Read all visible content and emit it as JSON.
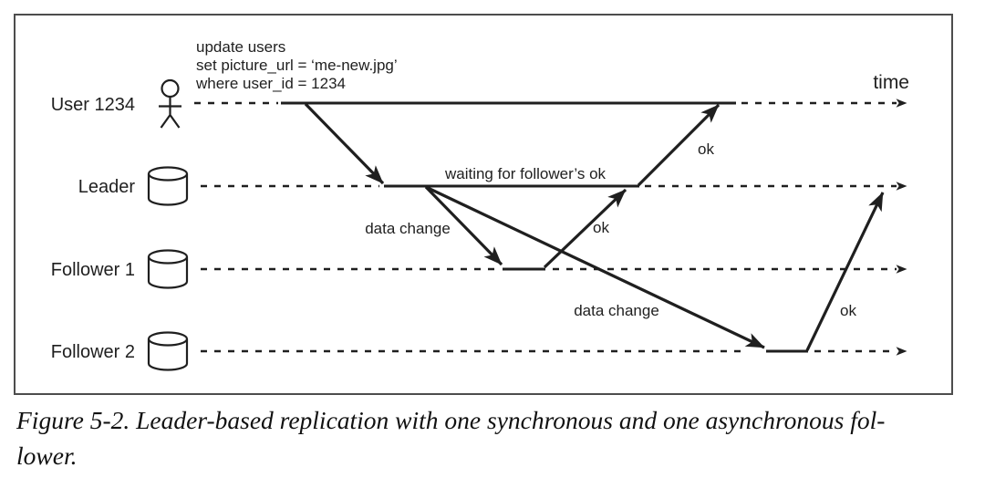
{
  "figure": {
    "time_axis_label": "time",
    "caption": {
      "line1": "Figure 5-2. Leader-based replication with one synchronous and one asynchronous fol-",
      "line2": "lower."
    }
  },
  "actors": [
    {
      "label": "User 1234",
      "icon": "person-icon"
    },
    {
      "label": "Leader",
      "icon": "database-cylinder-icon"
    },
    {
      "label": "Follower 1",
      "icon": "database-cylinder-icon"
    },
    {
      "label": "Follower 2",
      "icon": "database-cylinder-icon"
    }
  ],
  "query": {
    "lines": [
      "update users",
      "set picture_url = ‘me-new.jpg’",
      "where user_id = 1234"
    ]
  },
  "annotations": {
    "waiting": "waiting for follower’s ok",
    "data_change_to_follower1": "data change",
    "ok_from_follower1": "ok",
    "ok_to_user": "ok",
    "data_change_to_follower2": "data change",
    "ok_from_follower2": "ok"
  },
  "colors": {
    "ink": "#1f1f1f",
    "frame_border": "#4d4d4d",
    "background": "#ffffff"
  }
}
